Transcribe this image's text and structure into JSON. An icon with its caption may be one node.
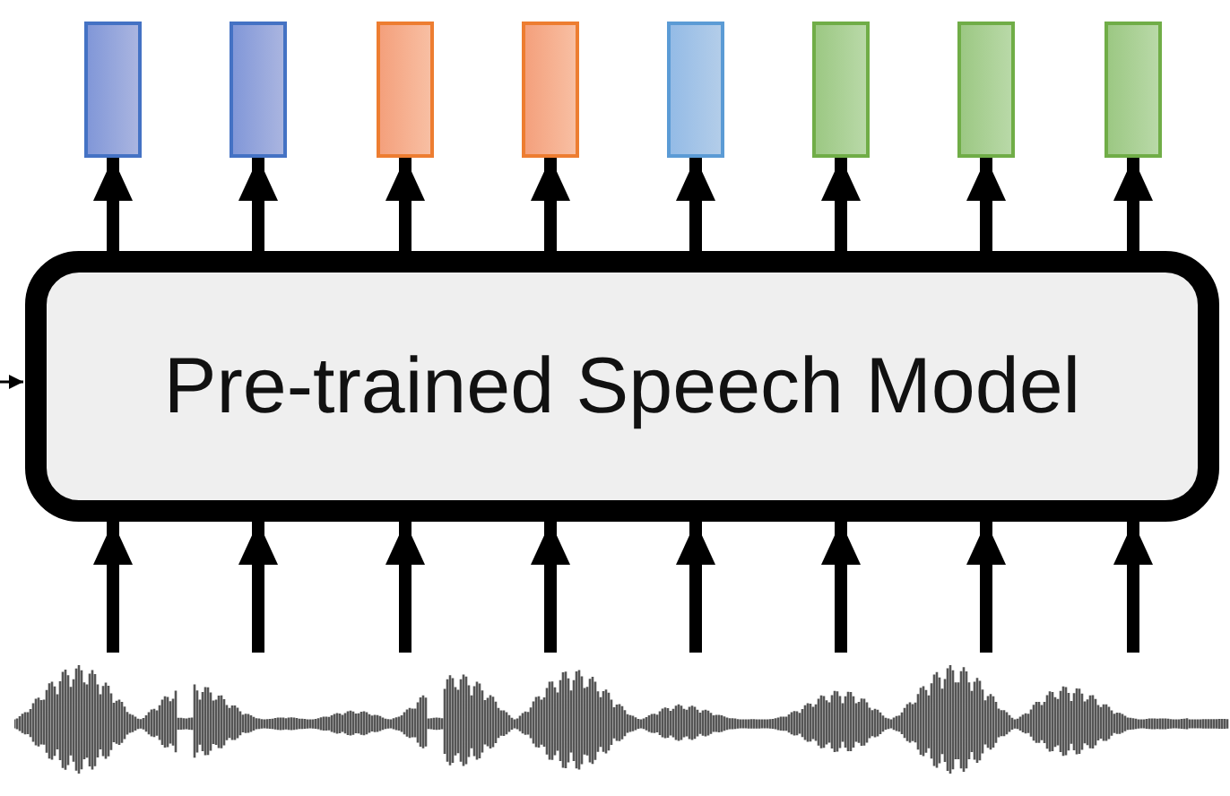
{
  "diagram": {
    "nodes": [
      {
        "text": [
          "Pre-trained Speech Model"
        ]
      },
      {
        "text": [],
        "shape": "bar"
      },
      {
        "text": [],
        "shape": "bar"
      },
      {
        "text": [],
        "shape": "bar"
      },
      {
        "text": [],
        "shape": "bar"
      },
      {
        "text": [],
        "shape": "bar"
      },
      {
        "text": [],
        "shape": "bar"
      },
      {
        "text": [],
        "shape": "bar"
      },
      {
        "text": [],
        "shape": "bar"
      },
      {
        "text": [],
        "shape": "picture"
      }
    ],
    "edges": [
      {
        "from": 0,
        "to": 1,
        "arrow": "to"
      },
      {
        "from": 0,
        "to": 2,
        "arrow": "to"
      },
      {
        "from": 0,
        "to": 3,
        "arrow": "to"
      },
      {
        "from": 0,
        "to": 4,
        "arrow": "to"
      },
      {
        "from": 0,
        "to": 5,
        "arrow": "to"
      },
      {
        "from": 0,
        "to": 6,
        "arrow": "to"
      },
      {
        "from": 0,
        "to": 7,
        "arrow": "to"
      },
      {
        "from": 0,
        "to": 8,
        "arrow": "to"
      },
      {
        "from": 9,
        "to": 0,
        "arrow": "to"
      },
      {
        "from": 9,
        "to": 0,
        "arrow": "to"
      },
      {
        "from": 9,
        "to": 0,
        "arrow": "to"
      },
      {
        "from": 9,
        "to": 0,
        "arrow": "to"
      },
      {
        "from": 9,
        "to": 0,
        "arrow": "to"
      },
      {
        "from": 9,
        "to": 0,
        "arrow": "to"
      },
      {
        "from": 9,
        "to": 0,
        "arrow": "to"
      },
      {
        "from": 9,
        "to": 0,
        "arrow": "to"
      },
      {
        "from": null,
        "to": 0,
        "arrow": "to"
      }
    ]
  }
}
